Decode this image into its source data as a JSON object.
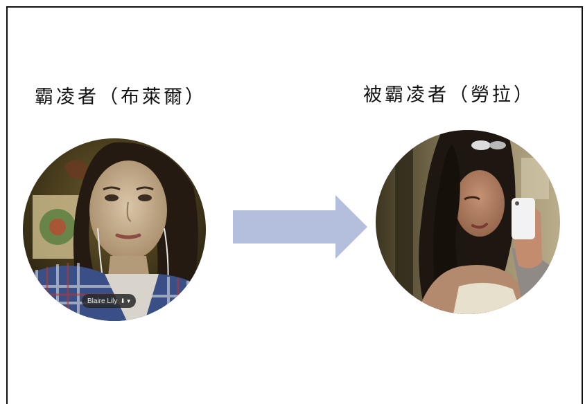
{
  "labels": {
    "bully": "霸凌者（布萊爾）",
    "victim": "被霸凌者（勞拉）"
  },
  "video_overlay": {
    "username": "Blaire Lily",
    "icons": [
      "download-icon",
      "chevron-down-icon"
    ]
  },
  "colors": {
    "arrow": "#b4bedd",
    "frame": "#111111",
    "background": "#ffffff"
  }
}
